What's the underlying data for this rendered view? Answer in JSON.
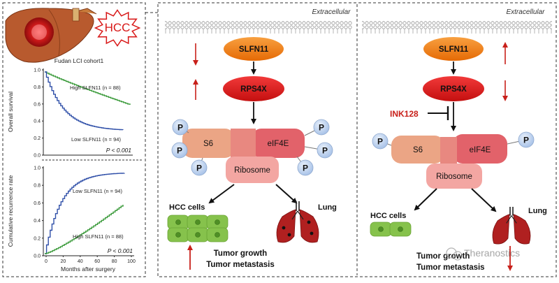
{
  "left_panel": {
    "hcc_label": "HCC",
    "cohort_title": "Fudan LCI cohort1",
    "survival_plot": {
      "ylabel": "Overall survival",
      "high_label": "High SLFN11 (n = 88)",
      "low_label": "Low SLFN11 (n = 94)",
      "p_value": "P < 0.001",
      "y_ticks": [
        "1.0",
        "0.8",
        "0.6",
        "0.4",
        "0.2",
        "0.0"
      ],
      "colors": {
        "high": "#3a9a3a",
        "low": "#2f4fa8"
      }
    },
    "recurrence_plot": {
      "ylabel": "Cumulative recurrence rate",
      "xlabel": "Months after surgery",
      "low_label": "Low SLFN11 (n = 94)",
      "high_label": "High SLFN11 (n = 88)",
      "p_value": "P < 0.001",
      "y_ticks": [
        "1.0",
        "0.8",
        "0.6",
        "0.4",
        "0.2",
        "0.0"
      ],
      "x_ticks": [
        "0",
        "20",
        "40",
        "60",
        "80",
        "100"
      ],
      "colors": {
        "high": "#3a9a3a",
        "low": "#2f4fa8"
      }
    }
  },
  "middle_panel": {
    "membrane_label": "Extracellular",
    "slfn11": "SLFN11",
    "rps4x": "RPS4X",
    "s6": "S6",
    "eif4e": "eIF4E",
    "ribosome": "Ribosome",
    "phospho": "P",
    "hcc_cells": "HCC cells",
    "lung": "Lung",
    "outcome_line1": "Tumor growth",
    "outcome_line2": "Tumor metastasis"
  },
  "right_panel": {
    "membrane_label": "Extracellular",
    "slfn11": "SLFN11",
    "rps4x": "RPS4X",
    "inhibitor": "INK128",
    "s6": "S6",
    "eif4e": "eIF4E",
    "ribosome": "Ribosome",
    "phospho": "P",
    "hcc_cells": "HCC cells",
    "lung": "Lung",
    "outcome_line1": "Tumor growth",
    "outcome_line2": "Tumor metastasis",
    "watermark": "Theranostics"
  },
  "colors": {
    "orange": "#f07a10",
    "red_node": "#d81818",
    "s6": "#eba585",
    "eif4e": "#e2626a",
    "ribosome": "#f3a6a2",
    "phospho": "#bcd4f2",
    "arrow_red": "#c8201a",
    "cell_green": "#86c24c",
    "lung": "#b02020"
  }
}
